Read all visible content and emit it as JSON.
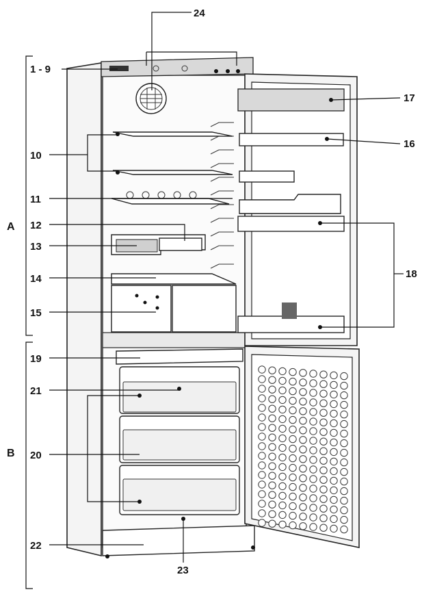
{
  "sections": {
    "fridge": "A",
    "freezer": "B"
  },
  "callouts": {
    "c1_9": "1 - 9",
    "c10": "10",
    "c11": "11",
    "c12": "12",
    "c13": "13",
    "c14": "14",
    "c15": "15",
    "c16": "16",
    "c17": "17",
    "c18": "18",
    "c19": "19",
    "c20": "20",
    "c21": "21",
    "c22": "22",
    "c23": "23",
    "c24": "24"
  }
}
